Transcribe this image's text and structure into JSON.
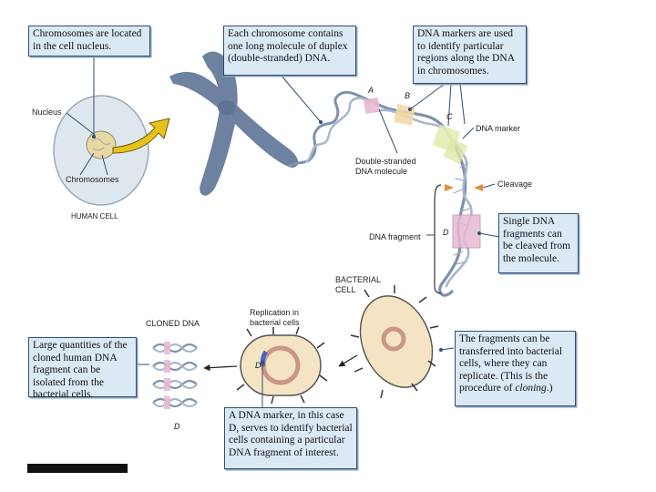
{
  "callouts": {
    "nucleus": "Chromosomes are located in the cell nucleus.",
    "duplex": "Each chromosome contains one long molecule of duplex (double-stranded) DNA.",
    "markers": "DNA markers are used to identify particular regions along the DNA in chromosomes.",
    "single": "Single DNA fragments can be cleaved from the molecule.",
    "cloning_pre": "The fragments can be transferred into bacterial cells, where they can replicate. (This is the procedure of ",
    "cloning_word": "cloning",
    "cloning_post": ".)",
    "isolated": "Large quantities of the cloned human DNA fragment can be isolated from the bacterial cells.",
    "marker_case": "A DNA marker, in this case D, serves to identify bacterial cells containing a particular DNA fragment of interest."
  },
  "labels": {
    "nucleus": "Nucleus",
    "chromosomes": "Chromosomes",
    "human_cell": "HUMAN CELL",
    "a": "A",
    "b": "B",
    "c": "C",
    "dna_marker": "DNA marker",
    "double_stranded_1": "Double-stranded",
    "double_stranded_2": "DNA molecule",
    "cleavage": "Cleavage",
    "dna_fragment": "DNA fragment",
    "d_fragment": "D",
    "bacterial_1": "BACTERIAL",
    "bacterial_2": "CELL",
    "replication_1": "Replication in",
    "replication_2": "bacterial cells",
    "cloned_dna": "CLONED DNA",
    "d_cell": "D",
    "d_cloned": "D"
  },
  "colors": {
    "callout_bg": "#dbe9f5",
    "callout_border": "#2f4f73",
    "chromosome": "#6d82a0",
    "dna_strand": "#7d91ad",
    "marker_pink": "#e7b9d2",
    "marker_yellow": "#e6ecb2",
    "cell_fill": "#f5e4c3",
    "plasmid": "#c99782",
    "arrow_yellow": "#e7c21b",
    "cleavage": "#e58c3a"
  }
}
